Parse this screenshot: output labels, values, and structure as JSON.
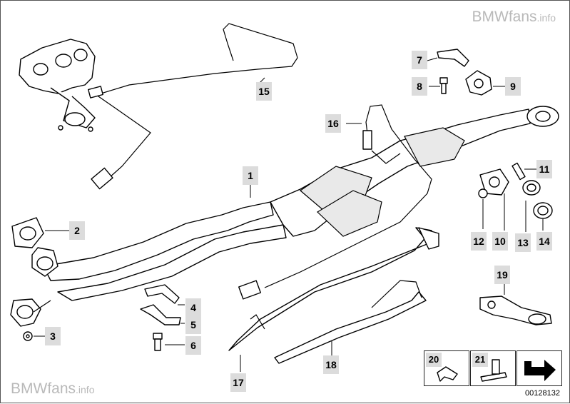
{
  "watermark": {
    "brand": "BMWfans",
    "suffix_top": ".info",
    "suffix_bottom": ".info"
  },
  "diagram_ref": "00128132",
  "callouts": [
    {
      "id": "1",
      "label": "1"
    },
    {
      "id": "2",
      "label": "2"
    },
    {
      "id": "3",
      "label": "3"
    },
    {
      "id": "4",
      "label": "4"
    },
    {
      "id": "5",
      "label": "5"
    },
    {
      "id": "6",
      "label": "6"
    },
    {
      "id": "7",
      "label": "7"
    },
    {
      "id": "8",
      "label": "8"
    },
    {
      "id": "9",
      "label": "9"
    },
    {
      "id": "10",
      "label": "10"
    },
    {
      "id": "11",
      "label": "11"
    },
    {
      "id": "12",
      "label": "12"
    },
    {
      "id": "13",
      "label": "13"
    },
    {
      "id": "14",
      "label": "14"
    },
    {
      "id": "15",
      "label": "15"
    },
    {
      "id": "16",
      "label": "16"
    },
    {
      "id": "17",
      "label": "17"
    },
    {
      "id": "18",
      "label": "18"
    },
    {
      "id": "19",
      "label": "19"
    }
  ],
  "legend": {
    "item_a": "20",
    "item_b": "21"
  },
  "colors": {
    "callout_bg": "#dcdcdc",
    "watermark": "#b9b9b9"
  }
}
